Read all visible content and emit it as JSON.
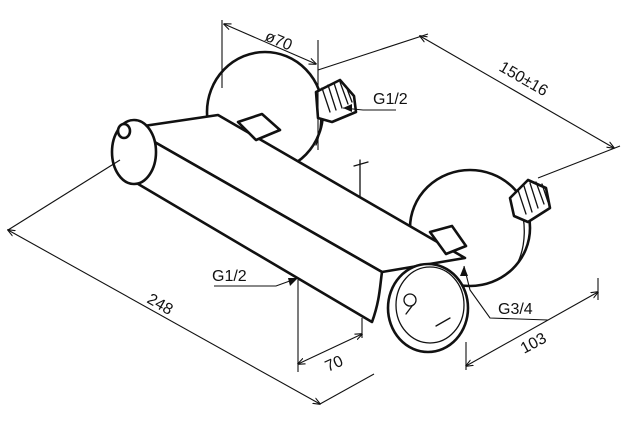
{
  "figure": {
    "dimensions": {
      "diameter": "ø70",
      "centres": "150±16",
      "total_length": "248",
      "depth_left": "70",
      "depth_right": "103"
    },
    "threads": {
      "inlet_top": "G1/2",
      "inlet_left": "G1/2",
      "outlet": "G3/4"
    },
    "colors": {
      "line": "#111111",
      "paper": "#ffffff"
    }
  }
}
